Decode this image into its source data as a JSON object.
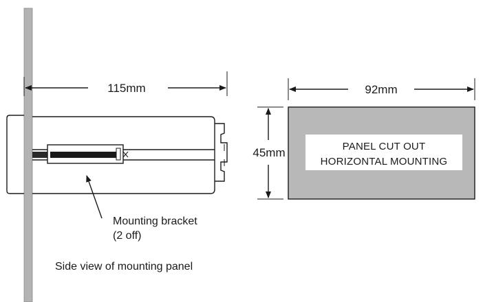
{
  "side_view": {
    "width_label": "115mm",
    "bracket_label_line1": "Mounting bracket",
    "bracket_label_line2": "(2  off)",
    "caption": "Side  view  of  mounting  panel"
  },
  "cutout": {
    "width_label": "92mm",
    "height_label": "45mm",
    "title_line1": "PANEL CUT OUT",
    "title_line2": "HORIZONTAL MOUNTING"
  },
  "colors": {
    "panel_wall": "#b3b3b3",
    "cutout_fill": "#b8b8b8",
    "label_box": "#ffffff",
    "line": "#1a1a1a"
  }
}
